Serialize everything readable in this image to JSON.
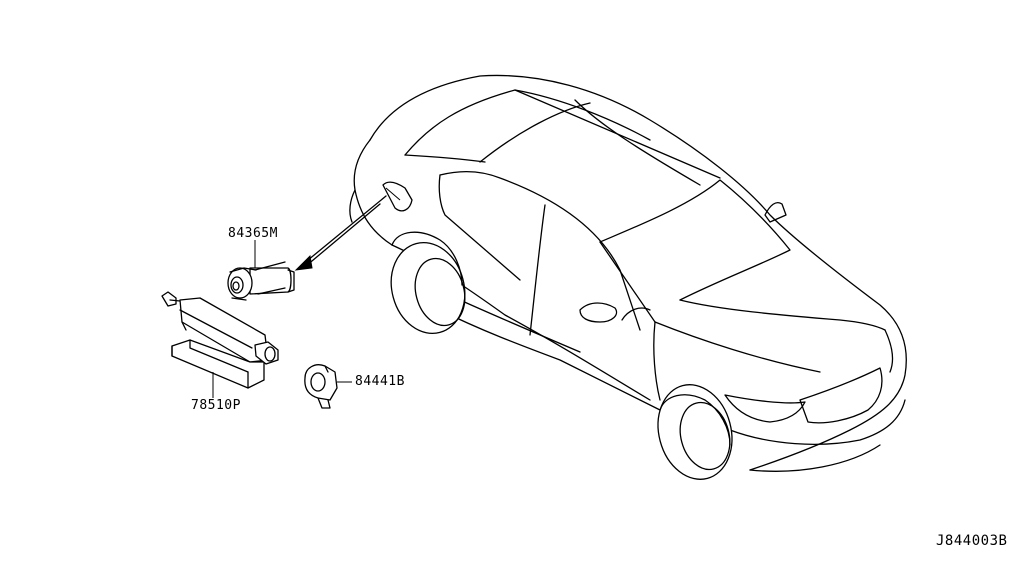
{
  "parts": [
    {
      "id": "84365M"
    },
    {
      "id": "78510P"
    },
    {
      "id": "84441B"
    }
  ],
  "diagram_code": "J844003B"
}
